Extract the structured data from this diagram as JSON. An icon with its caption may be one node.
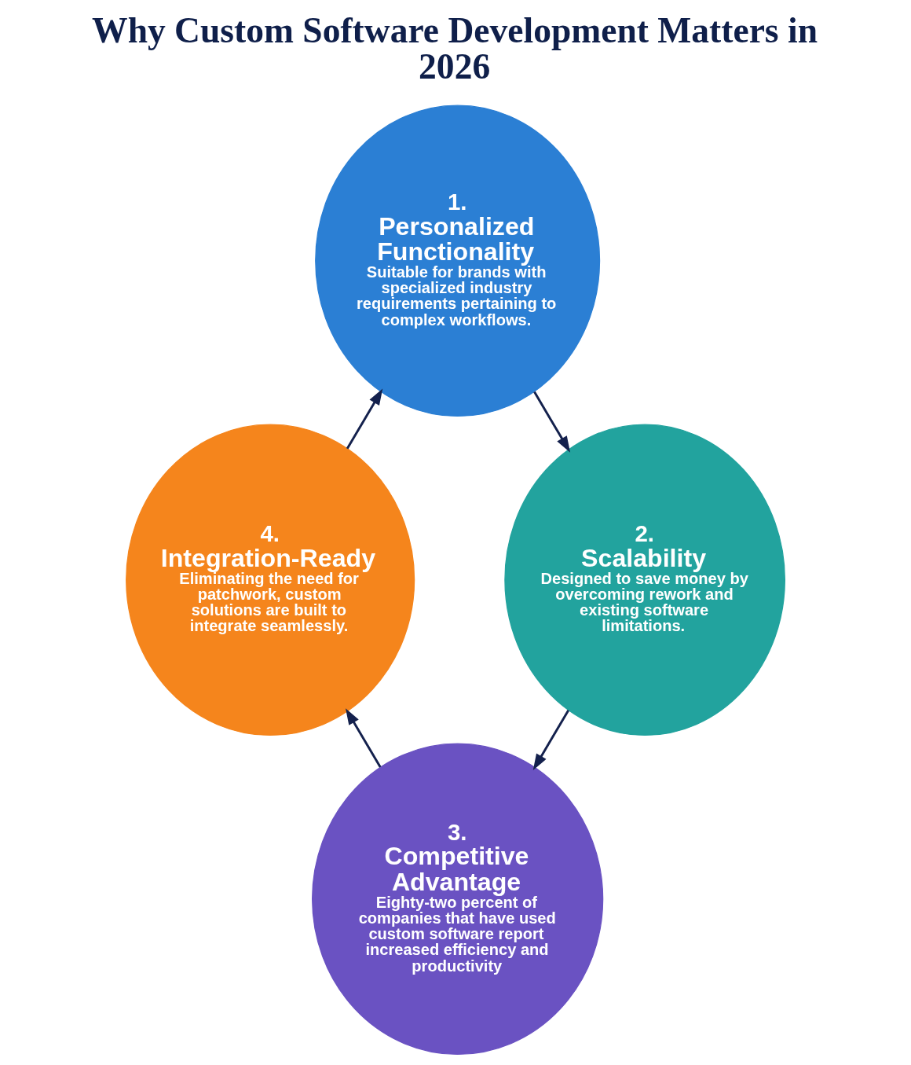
{
  "diagram": {
    "title": "Why Custom Software Development Matters in 2026",
    "nodes": [
      {
        "text": [
          "1.",
          "Personalized Functionality",
          "Suitable for brands with specialized industry requirements pertaining to complex workflows."
        ]
      },
      {
        "text": [
          "2.",
          "Scalability",
          "Designed to save money by overcoming rework and existing software limitations."
        ]
      },
      {
        "text": [
          "3.",
          "Competitive Advantage",
          "Eighty-two percent of companies that have used custom software report increased efficiency and productivity"
        ]
      },
      {
        "text": [
          "4.",
          "Integration-Ready",
          "Eliminating the need for patchwork, custom solutions are built to integrate seamlessly."
        ]
      }
    ],
    "edges": [
      {
        "from": 0,
        "to": 1,
        "arrow": "to"
      },
      {
        "from": 1,
        "to": 2,
        "arrow": "to"
      },
      {
        "from": 2,
        "to": 3,
        "arrow": "to"
      },
      {
        "from": 3,
        "to": 0,
        "arrow": "to"
      }
    ]
  }
}
